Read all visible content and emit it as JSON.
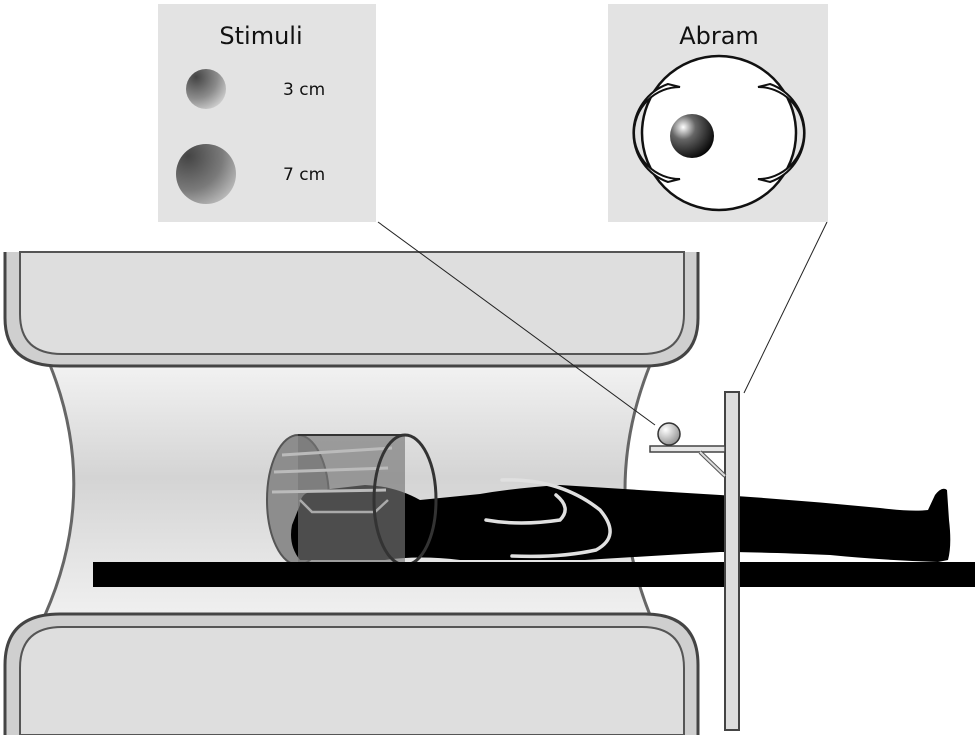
{
  "stimuli_panel": {
    "title": "Stimuli",
    "items": [
      {
        "label": "3 cm"
      },
      {
        "label": "7 cm"
      }
    ]
  },
  "abram_panel": {
    "title": "Abram"
  },
  "colors": {
    "panel_bg": "#e3e3e3",
    "scanner_body": "#dedede",
    "scanner_edge": "#555555",
    "silhouette": "#000000",
    "table": "#000000",
    "head_coil": "#777777"
  }
}
